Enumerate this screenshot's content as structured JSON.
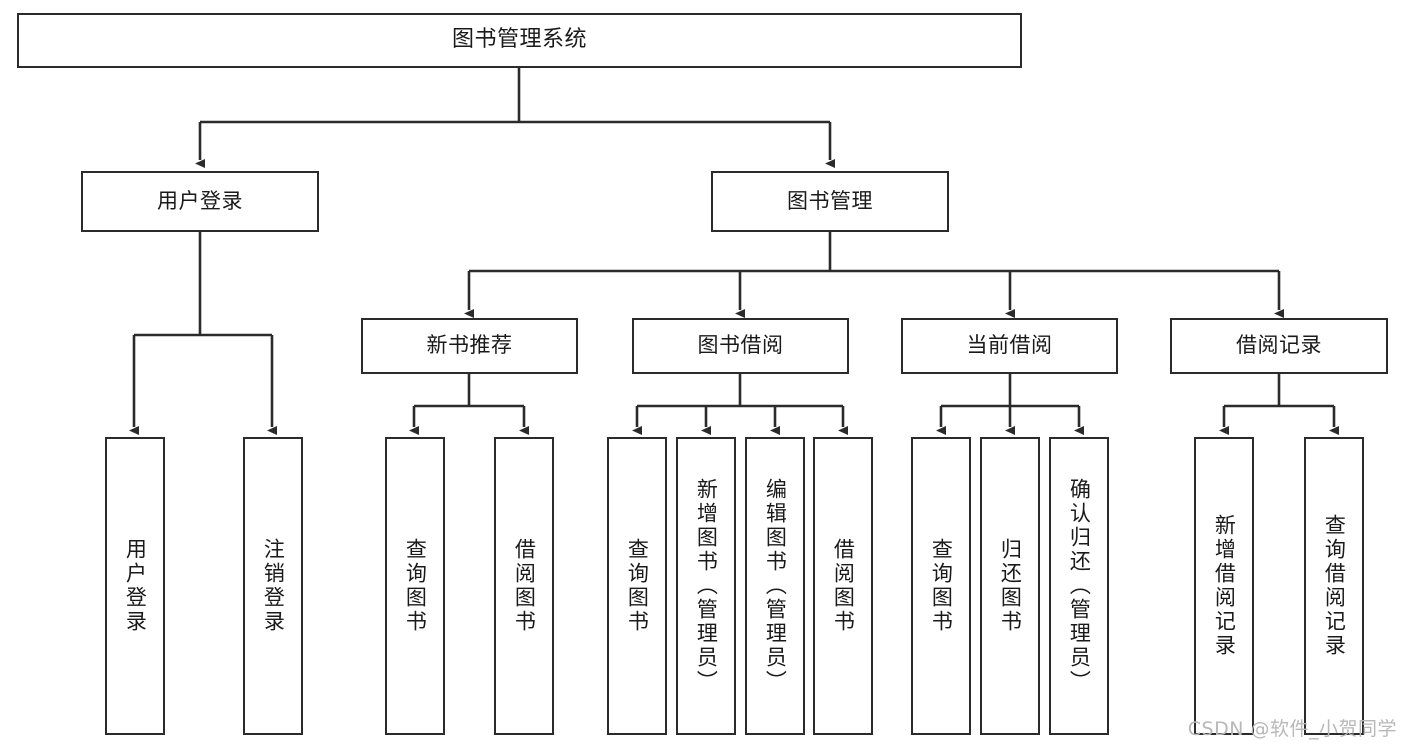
{
  "diagram": {
    "title": "图书管理系统",
    "type": "tree",
    "orientation": "top-down",
    "colors": {
      "stroke": "#2b2b2b",
      "fill": "#ffffff",
      "text": "#1a1a1a",
      "watermark": "#b8b8b8"
    },
    "nodes": {
      "root": {
        "label": "图书管理系统"
      },
      "level2": [
        {
          "id": "user-login",
          "label": "用户登录"
        },
        {
          "id": "book-manage",
          "label": "图书管理"
        }
      ],
      "level3": [
        {
          "id": "new-book-recommend",
          "label": "新书推荐"
        },
        {
          "id": "book-borrow",
          "label": "图书借阅"
        },
        {
          "id": "current-borrow",
          "label": "当前借阅"
        },
        {
          "id": "borrow-record",
          "label": "借阅记录"
        }
      ],
      "leaves": {
        "user-login": [
          {
            "id": "leaf-user-login",
            "label": "用户登录"
          },
          {
            "id": "leaf-logout-login",
            "label": "注销登录"
          }
        ],
        "new-book-recommend": [
          {
            "id": "leaf-query-book-1",
            "label": "查询图书"
          },
          {
            "id": "leaf-borrow-book-1",
            "label": "借阅图书"
          }
        ],
        "book-borrow": [
          {
            "id": "leaf-query-book-2",
            "label": "查询图书"
          },
          {
            "id": "leaf-add-book",
            "label": "新增图书（管理员）"
          },
          {
            "id": "leaf-edit-book",
            "label": "编辑图书（管理员）"
          },
          {
            "id": "leaf-borrow-book-2",
            "label": "借阅图书"
          }
        ],
        "current-borrow": [
          {
            "id": "leaf-query-book-3",
            "label": "查询图书"
          },
          {
            "id": "leaf-return-book",
            "label": "归还图书"
          },
          {
            "id": "leaf-confirm-return",
            "label": "确认归还（管理员）"
          }
        ],
        "borrow-record": [
          {
            "id": "leaf-add-record",
            "label": "新增借阅记录"
          },
          {
            "id": "leaf-query-record",
            "label": "查询借阅记录"
          }
        ]
      }
    },
    "watermark": "CSDN @软件_小贺同学"
  }
}
